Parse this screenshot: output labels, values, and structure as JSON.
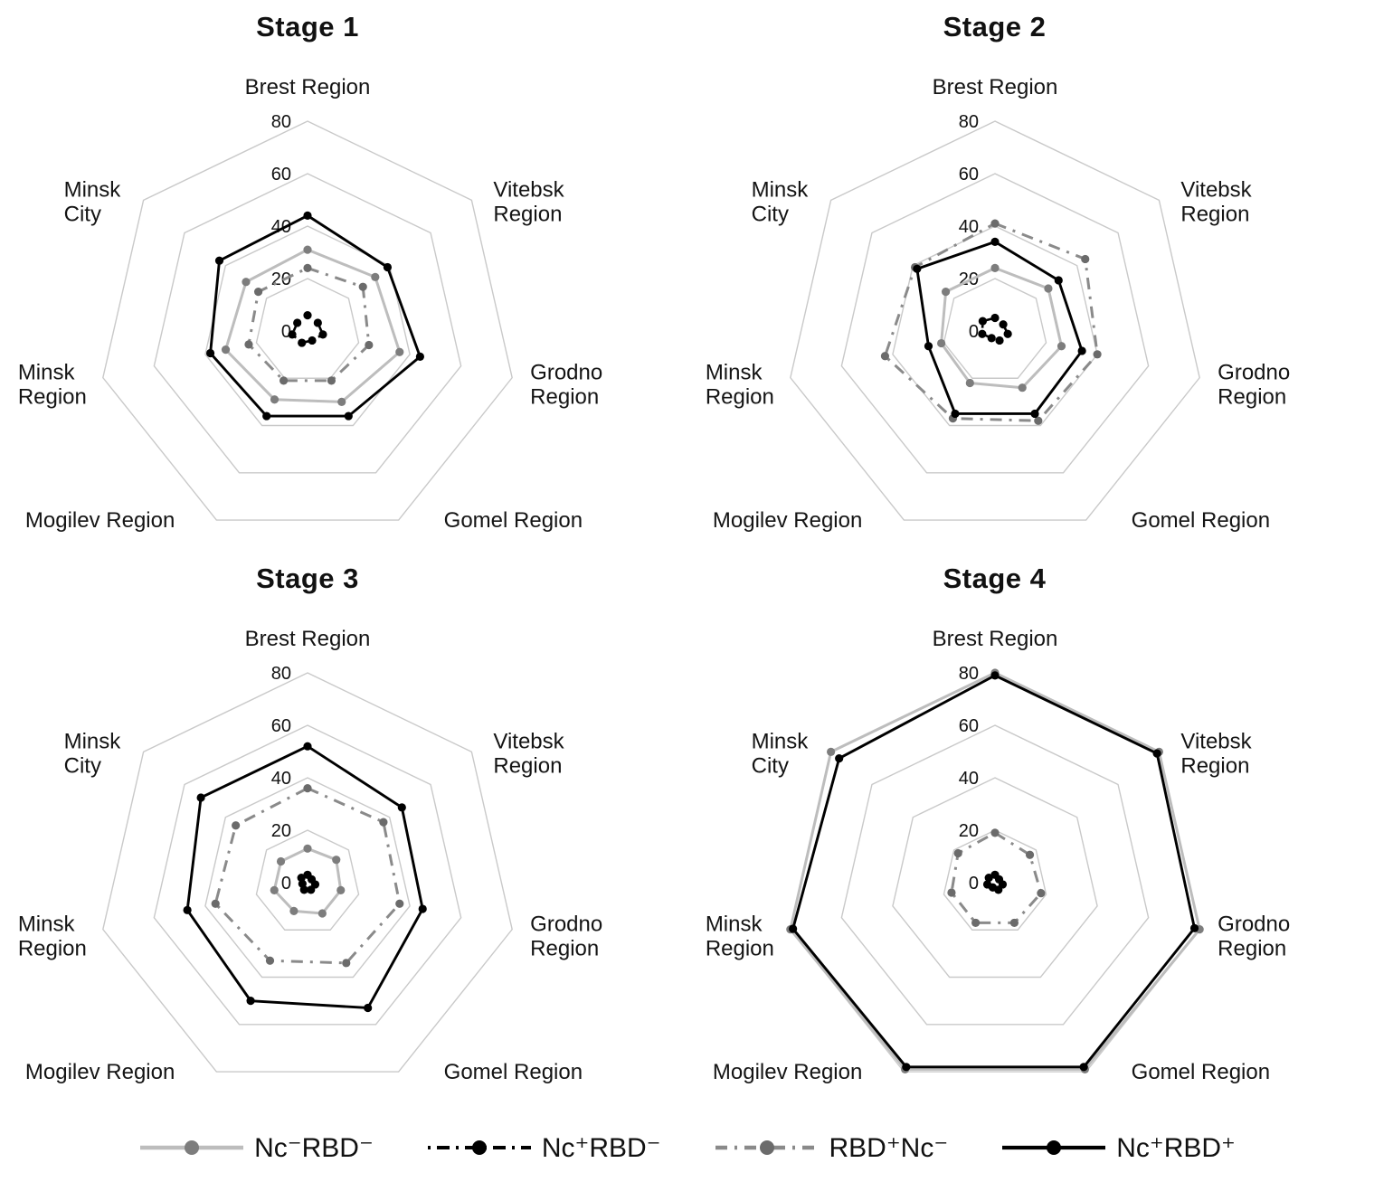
{
  "figure": {
    "background": "#ffffff",
    "grid_color": "#c9c9c9",
    "text_color": "#111111"
  },
  "series_styles": {
    "nc_neg_rbd_neg": {
      "line": "#bdbdbd",
      "marker": "#7d7d7d",
      "dash": "",
      "width": 3
    },
    "nc_pos_rbd_neg": {
      "line": "#000000",
      "marker": "#000000",
      "dash": "3 7 14 7",
      "width": 2.6
    },
    "rbd_pos_nc_neg": {
      "line": "#8a8a8a",
      "marker": "#6b6b6b",
      "dash": "13 8 3 8",
      "width": 3
    },
    "nc_pos_rbd_pos": {
      "line": "#000000",
      "marker": "#000000",
      "dash": "",
      "width": 2.9
    }
  },
  "legend": {
    "items": [
      {
        "key": "nc_neg_rbd_neg",
        "label": "Nc⁻RBD⁻"
      },
      {
        "key": "nc_pos_rbd_neg",
        "label": "Nc⁺RBD⁻"
      },
      {
        "key": "rbd_pos_nc_neg",
        "label": "RBD⁺Nc⁻"
      },
      {
        "key": "nc_pos_rbd_pos",
        "label": "Nc⁺RBD⁺"
      }
    ]
  },
  "chart_data": [
    {
      "type": "radar",
      "title": "Stage 1",
      "categories": [
        "Brest Region",
        "Vitebsk Region",
        "Grodno Region",
        "Gomel Region",
        "Mogilev Region",
        "Minsk Region",
        "Minsk City"
      ],
      "ticks": [
        0,
        20,
        40,
        60,
        80
      ],
      "rmax": 80,
      "grid": true,
      "series": [
        {
          "key": "nc_neg_rbd_neg",
          "name": "Nc⁻RBD⁻",
          "values": [
            31,
            33,
            36,
            30,
            29,
            32,
            30
          ]
        },
        {
          "key": "nc_pos_rbd_neg",
          "name": "Nc⁺RBD⁻",
          "values": [
            6,
            5,
            6,
            4,
            5,
            6,
            5
          ]
        },
        {
          "key": "rbd_pos_nc_neg",
          "name": "RBD⁺Nc⁻",
          "values": [
            24,
            27,
            24,
            21,
            21,
            23,
            24
          ]
        },
        {
          "key": "nc_pos_rbd_pos",
          "name": "Nc⁺RBD⁺",
          "values": [
            44,
            39,
            44,
            36,
            36,
            38,
            43
          ]
        }
      ]
    },
    {
      "type": "radar",
      "title": "Stage 2",
      "categories": [
        "Brest Region",
        "Vitebsk Region",
        "Grodno Region",
        "Gomel Region",
        "Mogilev Region",
        "Minsk Region",
        "Minsk City"
      ],
      "ticks": [
        0,
        20,
        40,
        60,
        80
      ],
      "rmax": 80,
      "grid": true,
      "series": [
        {
          "key": "nc_neg_rbd_neg",
          "name": "Nc⁻RBD⁻",
          "values": [
            24,
            26,
            26,
            24,
            22,
            21,
            24
          ]
        },
        {
          "key": "nc_pos_rbd_neg",
          "name": "Nc⁺RBD⁻",
          "values": [
            5,
            4,
            5,
            4,
            3,
            5,
            6
          ]
        },
        {
          "key": "rbd_pos_nc_neg",
          "name": "RBD⁺Nc⁻",
          "values": [
            41,
            44,
            40,
            38,
            37,
            43,
            39
          ]
        },
        {
          "key": "nc_pos_rbd_pos",
          "name": "Nc⁺RBD⁺",
          "values": [
            34,
            31,
            34,
            35,
            35,
            26,
            38
          ]
        }
      ]
    },
    {
      "type": "radar",
      "title": "Stage 3",
      "categories": [
        "Brest Region",
        "Vitebsk Region",
        "Grodno Region",
        "Gomel Region",
        "Mogilev Region",
        "Minsk Region",
        "Minsk City"
      ],
      "ticks": [
        0,
        20,
        40,
        60,
        80
      ],
      "rmax": 80,
      "grid": true,
      "series": [
        {
          "key": "nc_neg_rbd_neg",
          "name": "Nc⁻RBD⁻",
          "values": [
            13,
            14,
            13,
            13,
            12,
            13,
            13
          ]
        },
        {
          "key": "nc_pos_rbd_neg",
          "name": "Nc⁺RBD⁻",
          "values": [
            3,
            2,
            3,
            3,
            3,
            2,
            3
          ]
        },
        {
          "key": "rbd_pos_nc_neg",
          "name": "RBD⁺Nc⁻",
          "values": [
            36,
            37,
            36,
            34,
            33,
            36,
            35
          ]
        },
        {
          "key": "nc_pos_rbd_pos",
          "name": "Nc⁺RBD⁺",
          "values": [
            52,
            46,
            45,
            53,
            50,
            47,
            52
          ]
        }
      ]
    },
    {
      "type": "radar",
      "title": "Stage 4",
      "categories": [
        "Brest Region",
        "Vitebsk Region",
        "Grodno Region",
        "Gomel Region",
        "Mogilev Region",
        "Minsk Region",
        "Minsk City"
      ],
      "ticks": [
        0,
        20,
        40,
        60,
        80
      ],
      "rmax": 80,
      "grid": true,
      "series": [
        {
          "key": "nc_neg_rbd_neg",
          "name": "Nc⁻RBD⁻",
          "values": [
            80,
            80,
            80,
            79,
            79,
            80,
            80
          ]
        },
        {
          "key": "nc_pos_rbd_neg",
          "name": "Nc⁺RBD⁻",
          "values": [
            3,
            2,
            3,
            3,
            2,
            3,
            3
          ]
        },
        {
          "key": "rbd_pos_nc_neg",
          "name": "RBD⁺Nc⁻",
          "values": [
            19,
            17,
            18,
            17,
            17,
            17,
            18
          ]
        },
        {
          "key": "nc_pos_rbd_pos",
          "name": "Nc⁺RBD⁺",
          "values": [
            79,
            79,
            78,
            78,
            78,
            79,
            76
          ]
        }
      ]
    }
  ]
}
